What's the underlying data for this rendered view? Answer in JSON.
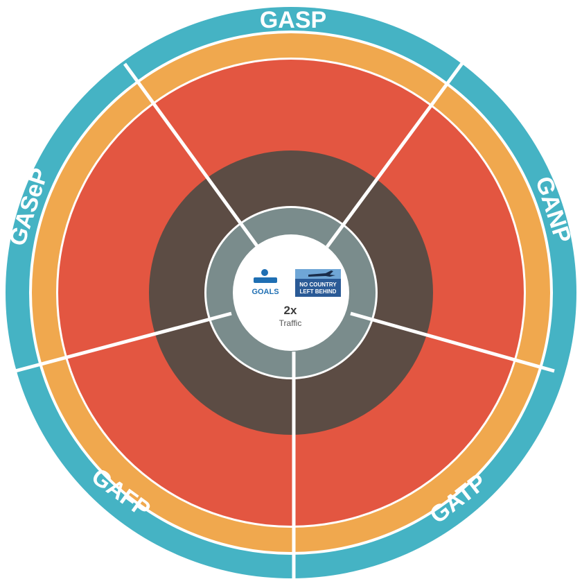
{
  "plans": [
    {
      "id": "gasp",
      "label": "GASP"
    },
    {
      "id": "ganp",
      "label": "GANP"
    },
    {
      "id": "gatp",
      "label": "GATP"
    },
    {
      "id": "gafp",
      "label": "GAFP"
    },
    {
      "id": "gasep",
      "label": "GASeP"
    }
  ],
  "center": {
    "traffic_value": "2x",
    "traffic_label": "Traffic",
    "logos": [
      {
        "name": "sustainable-goals-logo",
        "text": "GOALS"
      },
      {
        "name": "no-country-left-behind-logo",
        "line1": "NO COUNTRY",
        "line2": "LEFT BEHIND"
      }
    ]
  },
  "colors": {
    "outer_ring": "#45b3c4",
    "orange_ring": "#f0a84e",
    "red_ring": "#e35641",
    "dark_ring": "#5c4c44",
    "grey_ring": "#7a8c8c",
    "center": "#ffffff",
    "divider": "#ffffff",
    "logo_blue": "#1f6fb3",
    "logo_banner": "#2a5a96"
  }
}
